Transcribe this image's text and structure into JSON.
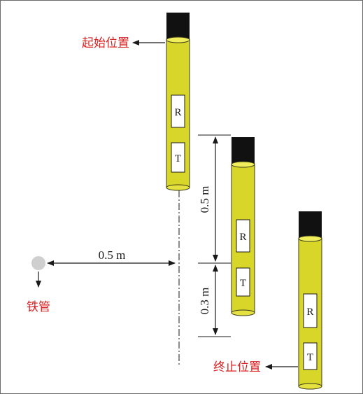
{
  "labels": {
    "start_position": "起始位置",
    "end_position": "终止位置",
    "iron_pipe": "铁管"
  },
  "dimensions": {
    "horizontal": "0.5 m",
    "vertical_upper": "0.5 m",
    "vertical_lower": "0.3 m"
  },
  "sensor_marks": {
    "receiver": "R",
    "transmitter": "T"
  },
  "colors": {
    "tube_body": "#d9d62a",
    "tube_highlight": "#f0ee5a",
    "tube_cap": "#111111",
    "label_red": "#d81e1e",
    "pipe_gray": "#cfcfcf",
    "line": "#1a1a1a"
  }
}
